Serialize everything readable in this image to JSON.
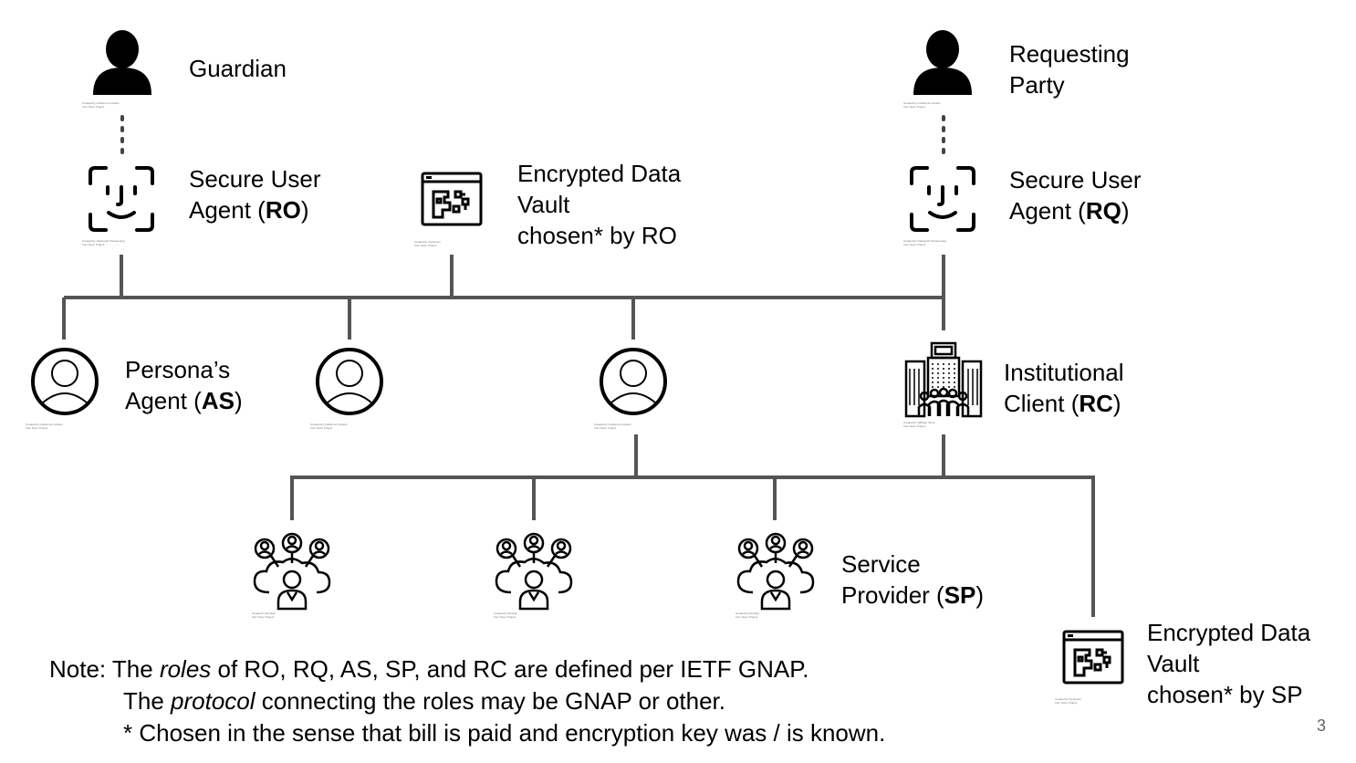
{
  "actors": {
    "guardian": {
      "label": "Guardian"
    },
    "requesting_party": {
      "label_line1": "Requesting",
      "label_line2": "Party"
    }
  },
  "agents": {
    "secure_user_agent_ro": {
      "line1": "Secure User",
      "line2_prefix": "Agent (",
      "abbr": "RO",
      "line2_suffix": ")"
    },
    "secure_user_agent_rq": {
      "line1": "Secure User",
      "line2_prefix": "Agent (",
      "abbr": "RQ",
      "line2_suffix": ")"
    }
  },
  "vaults": {
    "ro_vault": {
      "line1": "Encrypted Data",
      "line2": "Vault",
      "line3": "chosen* by RO"
    },
    "sp_vault": {
      "line1": "Encrypted Data",
      "line2": "Vault",
      "line3": "chosen* by SP"
    }
  },
  "personas_agent": {
    "line1": "Persona’s",
    "line2_prefix": "Agent (",
    "abbr": "AS",
    "line2_suffix": ")"
  },
  "institutional_client": {
    "line1": "Institutional",
    "line2_prefix": "Client (",
    "abbr": "RC",
    "line2_suffix": ")"
  },
  "service_provider": {
    "line1": "Service",
    "line2_prefix": "Provider (",
    "abbr": "SP",
    "line2_suffix": ")"
  },
  "note": {
    "prefix": "Note: The ",
    "roles_word": "roles",
    "line1_rest": " of RO, RQ, AS, SP, and RC are defined per IETF GNAP.",
    "line2_prefix": "The ",
    "protocol_word": "protocol",
    "line2_rest": " connecting the roles may be GNAP or other.",
    "line3": "* Chosen in the sense that bill is paid and encryption key was / is known."
  },
  "credits": {
    "person": "Created by Guilherme Furtado\nfrom Noun Project",
    "faceid": "Created by Oleksandr Panasovskyi\nfrom Noun Project",
    "vault": "Created by Symbolon\nfrom Noun Project",
    "building": "Created by Wilhelm Tamm\nfrom Noun Project",
    "cloud": "Created by Eucalyp\nfrom Noun Project"
  },
  "page_number": "3"
}
